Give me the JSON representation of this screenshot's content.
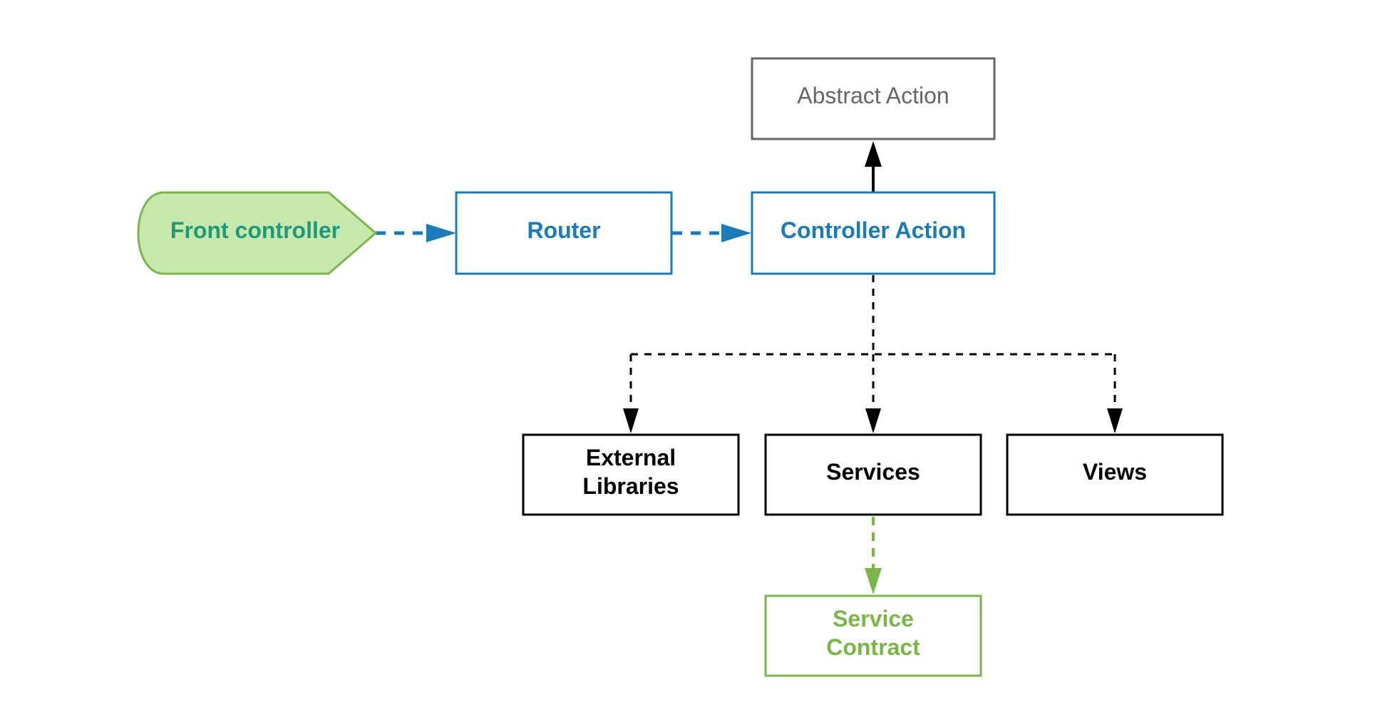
{
  "colors": {
    "blue": "#1b7ab8",
    "green_text": "#1e9a78",
    "green_border": "#7ab648",
    "green_fill": "#c7e8ad",
    "gray": "#666666",
    "black": "#000000"
  },
  "nodes": {
    "front_controller": {
      "label": "Front controller"
    },
    "router": {
      "label": "Router"
    },
    "controller_action": {
      "label": "Controller Action"
    },
    "abstract_action": {
      "label": "Abstract Action"
    },
    "external_libraries": {
      "line1": "External",
      "line2": "Libraries"
    },
    "services": {
      "label": "Services"
    },
    "views": {
      "label": "Views"
    },
    "service_contract": {
      "line1": "Service",
      "line2": "Contract"
    }
  },
  "edges": [
    {
      "from": "Front controller",
      "to": "Router",
      "style": "dashed"
    },
    {
      "from": "Router",
      "to": "Controller Action",
      "style": "dashed"
    },
    {
      "from": "Controller Action",
      "to": "Abstract Action",
      "style": "solid"
    },
    {
      "from": "Controller Action",
      "to": "External Libraries",
      "style": "dashed"
    },
    {
      "from": "Controller Action",
      "to": "Services",
      "style": "dashed"
    },
    {
      "from": "Controller Action",
      "to": "Views",
      "style": "dashed"
    },
    {
      "from": "Services",
      "to": "Service Contract",
      "style": "dashed"
    }
  ]
}
